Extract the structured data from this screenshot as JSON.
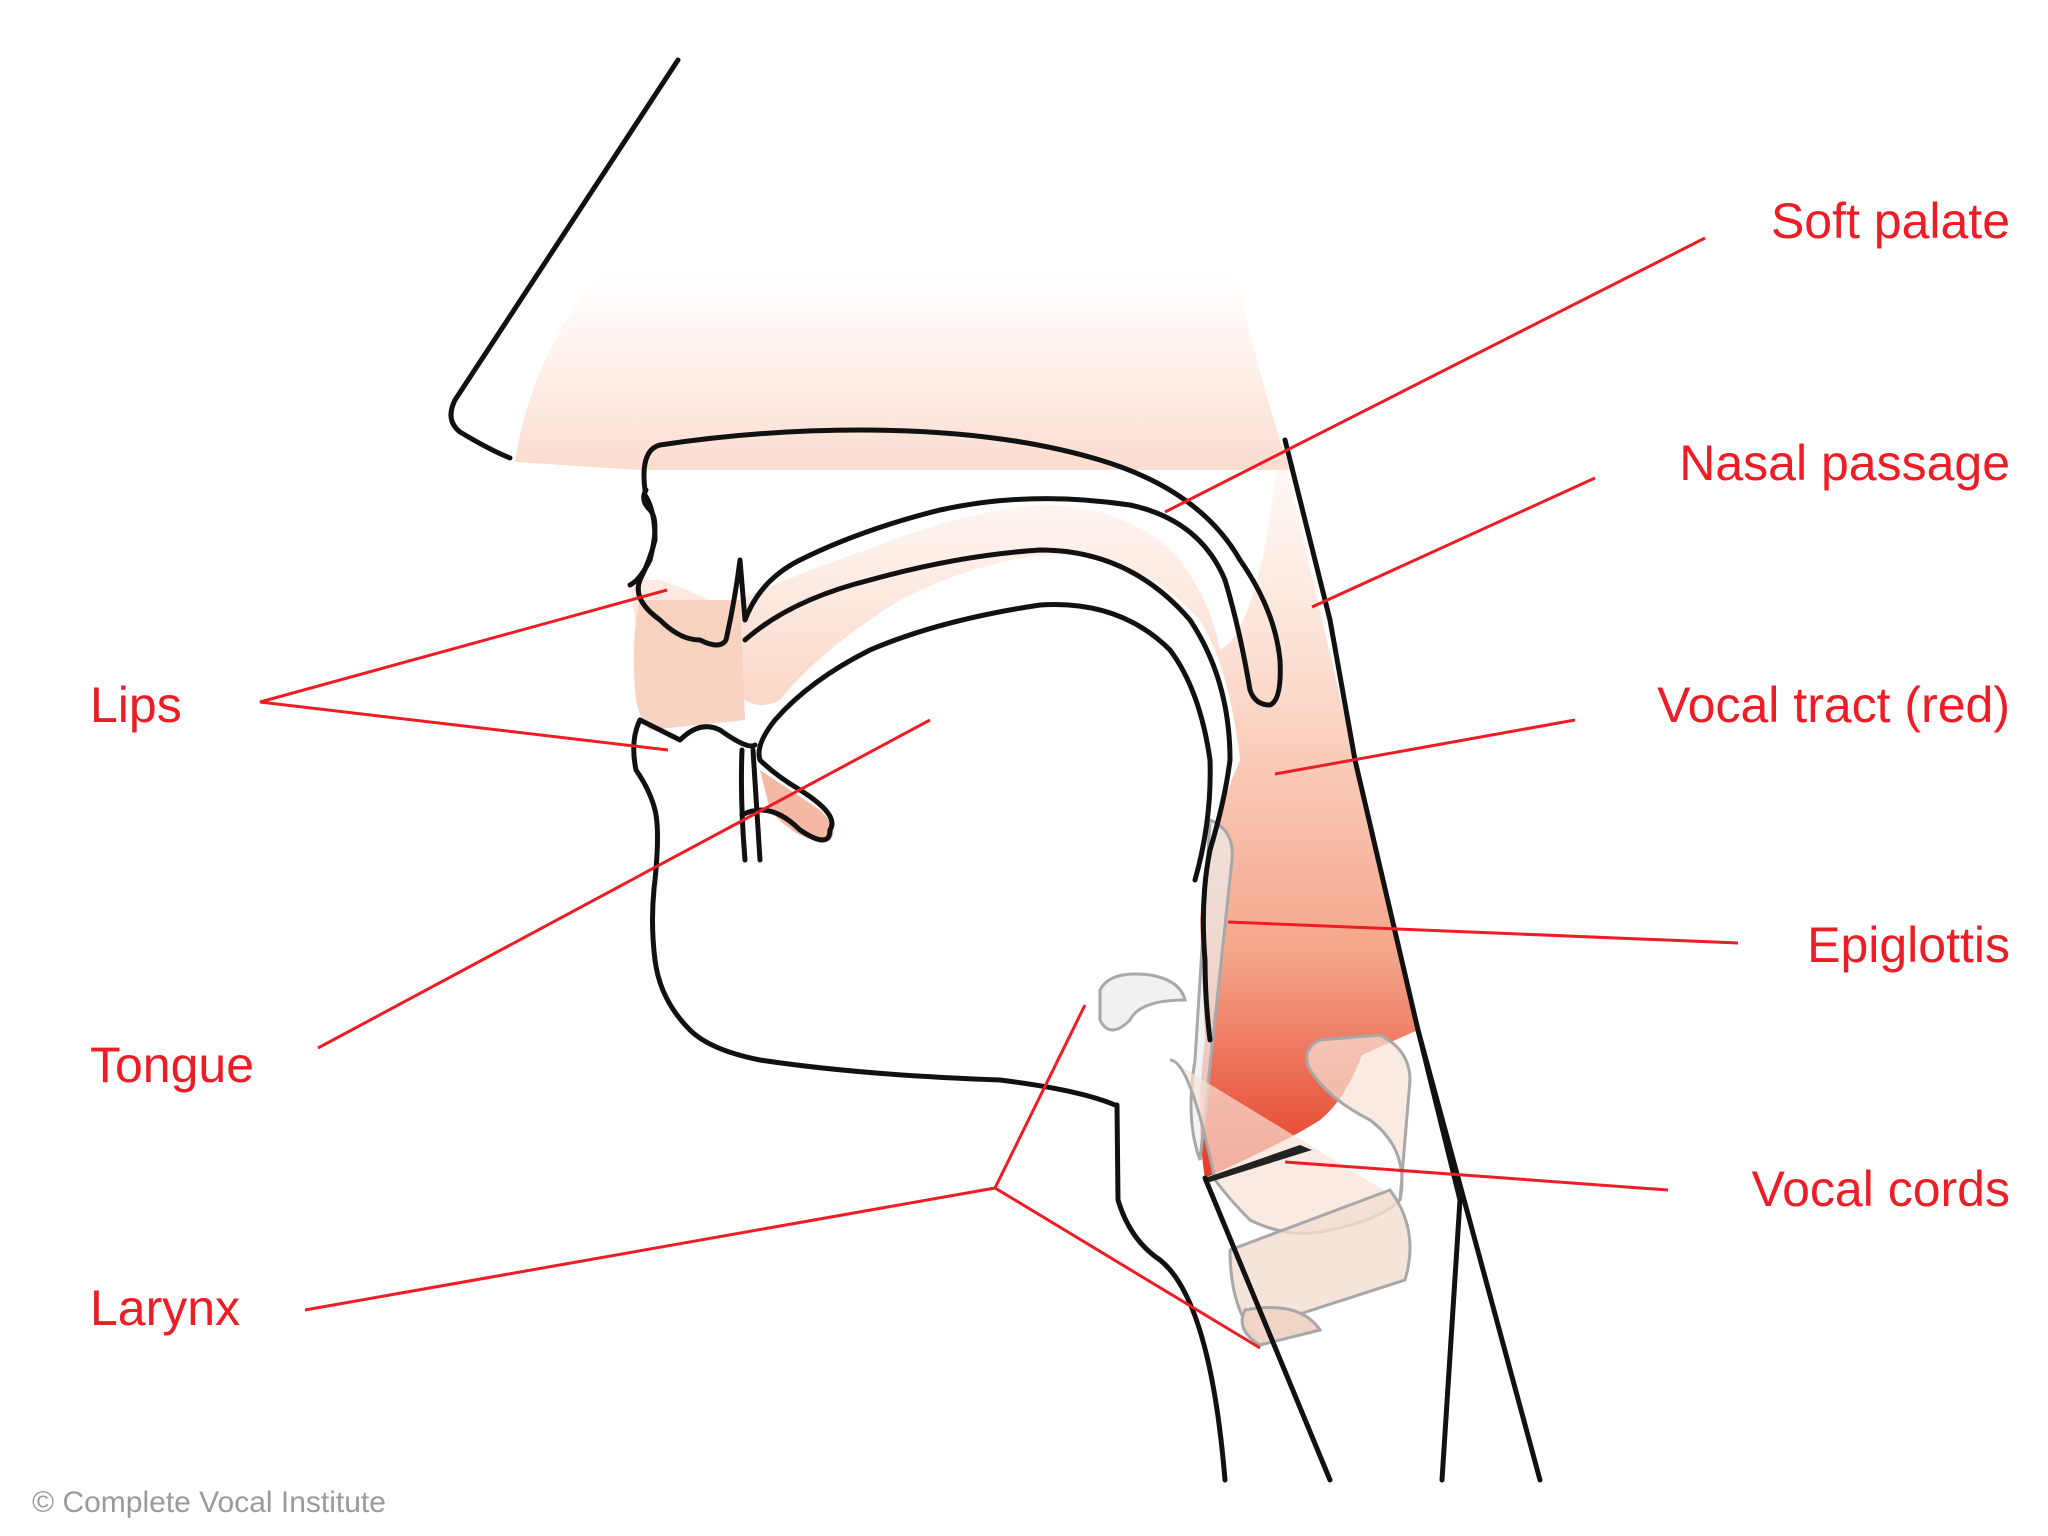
{
  "colors": {
    "label": "#ee1c24",
    "outline": "#111111",
    "tract_light": "#fbe3d8",
    "tract_dark": "#e8412c",
    "credit": "#9a9a9a"
  },
  "labels": {
    "soft_palate": "Soft palate",
    "nasal_passage": "Nasal passage",
    "vocal_tract": "Vocal tract (red)",
    "epiglottis": "Epiglottis",
    "vocal_cords": "Vocal cords",
    "lips": "Lips",
    "tongue": "Tongue",
    "larynx": "Larynx"
  },
  "credit": "© Complete Vocal Institute"
}
